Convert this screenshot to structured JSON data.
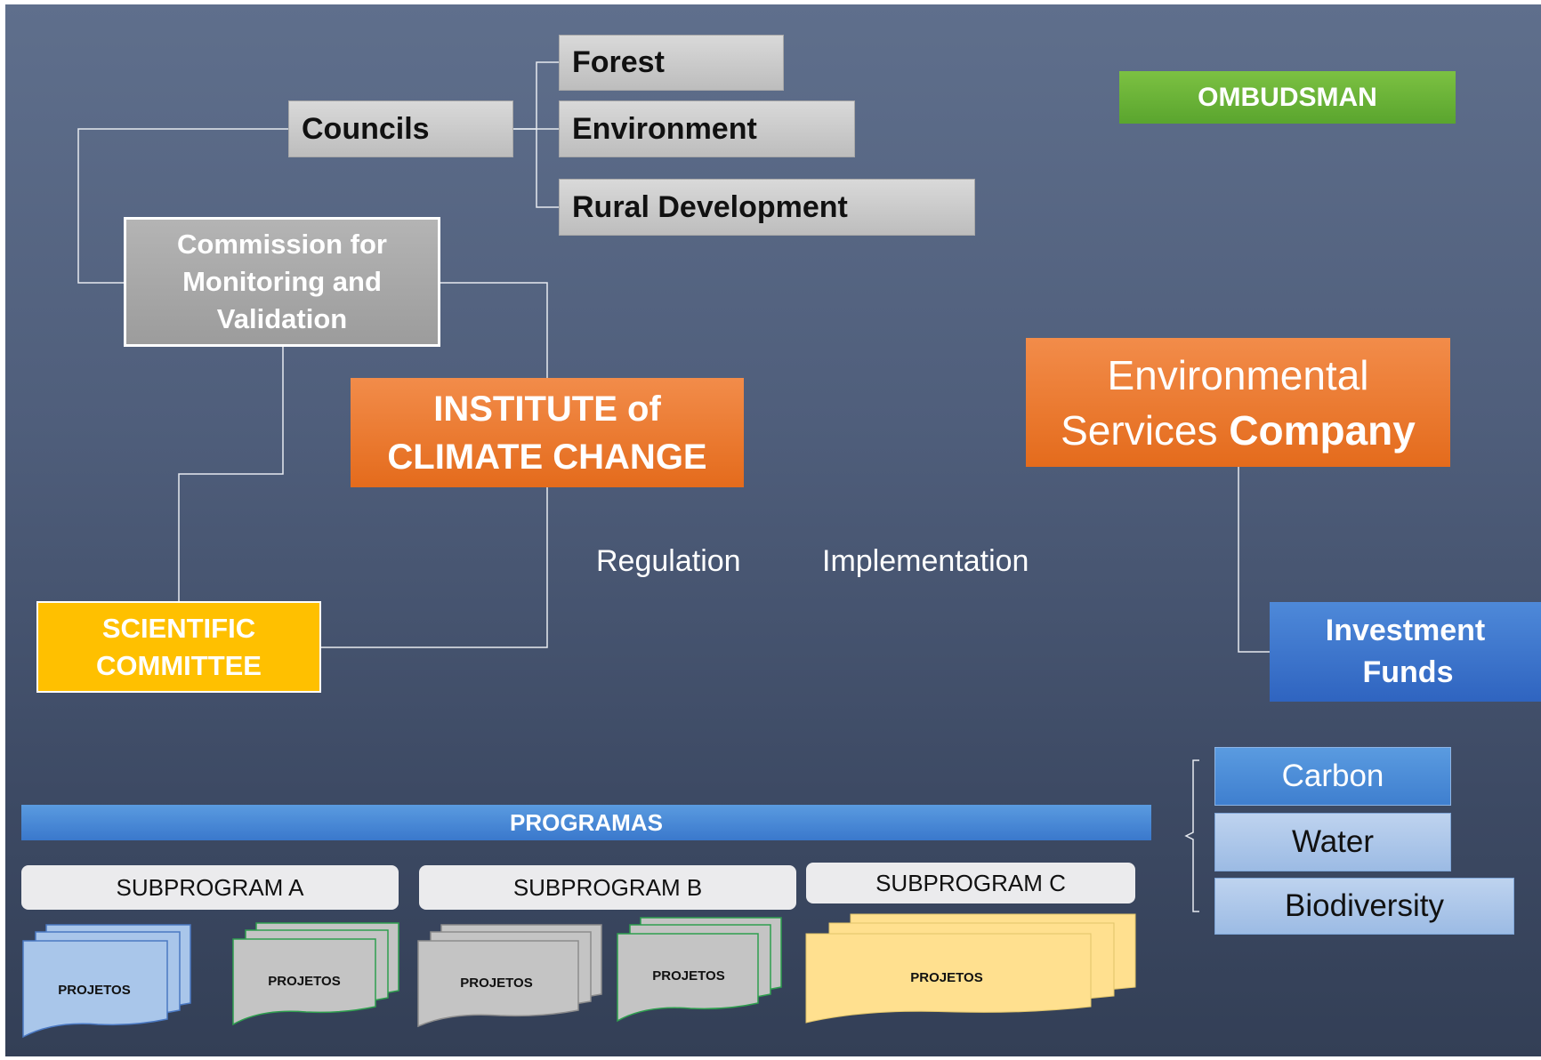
{
  "councils": {
    "title": "Councils",
    "items": [
      "Forest",
      "Environment",
      "Rural Development"
    ]
  },
  "ombudsman": "OMBUDSMAN",
  "commission": {
    "line1": "Commission for",
    "line2": "Monitoring and",
    "line3": "Validation"
  },
  "institute": {
    "line1": "INSTITUTE of",
    "line2": "CLIMATE CHANGE"
  },
  "company": {
    "line1": "Environmental",
    "line2_prefix": "Services ",
    "line2_bold": "Company"
  },
  "labels": {
    "regulation": "Regulation",
    "implementation": "Implementation"
  },
  "scientific": {
    "line1": "SCIENTIFIC",
    "line2": "COMMITTEE"
  },
  "investment": {
    "line1": "Investment",
    "line2": "Funds"
  },
  "funds": [
    "Carbon",
    "Water",
    "Biodiversity"
  ],
  "programas": "PROGRAMAS",
  "subprograms": [
    "SUBPROGRAM A",
    "SUBPROGRAM B",
    "SUBPROGRAM C"
  ],
  "projects": {
    "label": "PROJETOS",
    "colors": {
      "blue": "#a9c6ea",
      "gray": "#c4c4c4",
      "yellow": "#ffe08f",
      "green_border": "#2e9e4e"
    }
  }
}
